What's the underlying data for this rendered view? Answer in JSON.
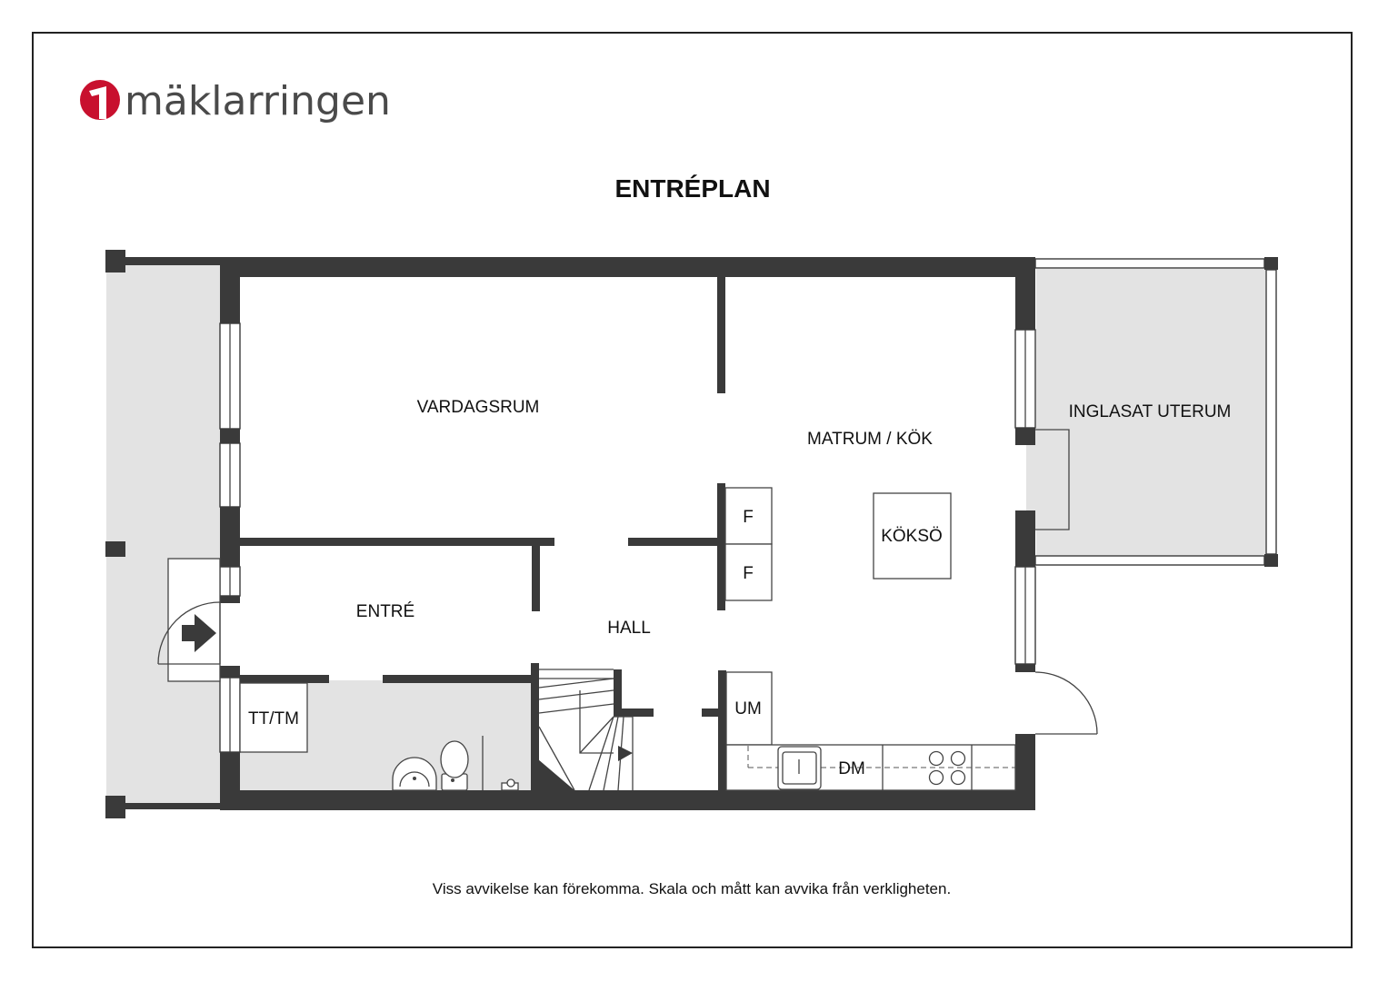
{
  "brand": {
    "name": "mäklarringen",
    "color": "#c8102e",
    "text_color": "#4a4a4a",
    "logo_icon": "maklarringen-logo-icon"
  },
  "title": "ENTRÉPLAN",
  "rooms": {
    "vardagsrum": "VARDAGSRUM",
    "matrum_kok": "MATRUM / KÖK",
    "inglasat_uterum": "INGLASAT UTERUM",
    "entre": "ENTRÉ",
    "hall": "HALL",
    "tt_tm": "TT/TM",
    "kokso": "KÖKSÖ",
    "f1": "F",
    "f2": "F",
    "um": "UM",
    "dm": "DM"
  },
  "disclaimer": "Viss avvikelse kan förekomma. Skala och mått kan avvika från verkligheten.",
  "colors": {
    "wall": "#3a3a3a",
    "terrace": "#e3e3e3"
  }
}
